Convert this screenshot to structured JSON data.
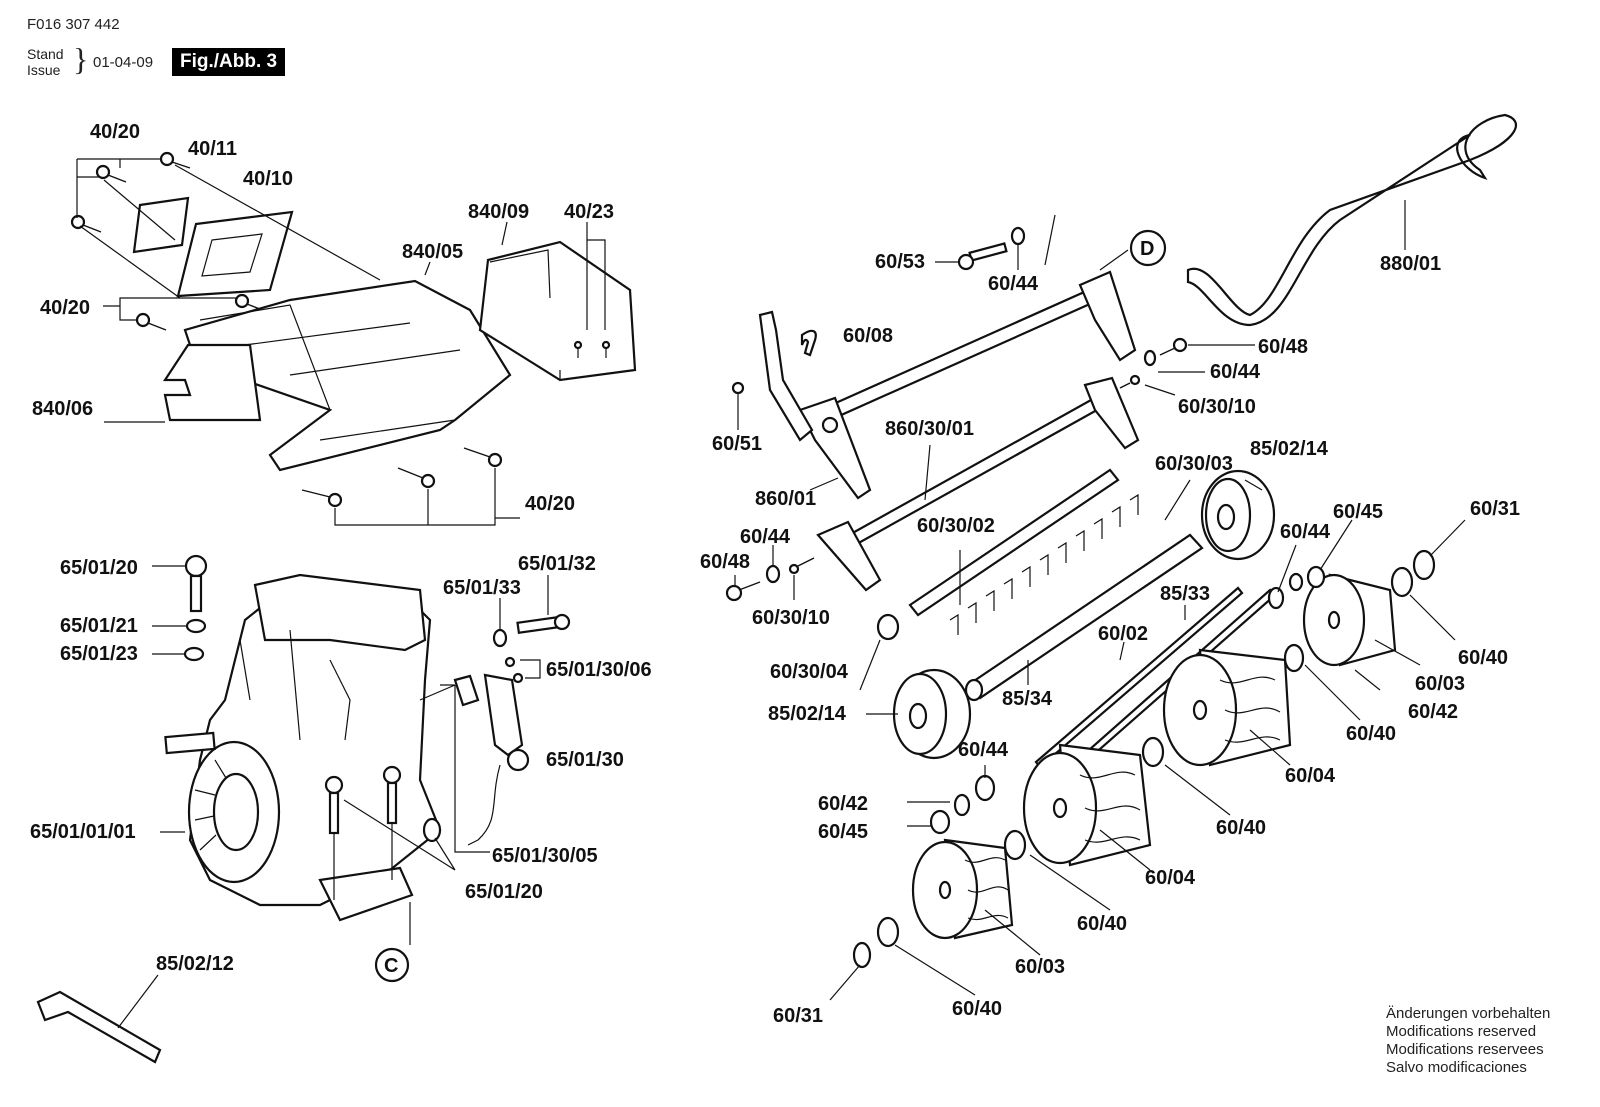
{
  "header": {
    "document_number": "F016 307 442",
    "stand_label": "Stand",
    "issue_label": "Issue",
    "brace": "}",
    "date": "01-04-09",
    "figure_label": "Fig./Abb. 3"
  },
  "reference_circles": [
    "C",
    "D"
  ],
  "labels": {
    "cover_group": [
      "40/20",
      "40/11",
      "40/10",
      "840/09",
      "40/23",
      "840/05",
      "40/20",
      "840/06",
      "40/20"
    ],
    "engine_group": [
      "65/01/20",
      "65/01/21",
      "65/01/23",
      "65/01/32",
      "65/01/33",
      "65/01/30/06",
      "65/01/30",
      "65/01/01/01",
      "65/01/30/05",
      "65/01/20",
      "85/02/12"
    ],
    "frame_group": [
      "60/53",
      "60/44",
      "880/01",
      "60/08",
      "60/48",
      "60/44",
      "60/30/10",
      "60/51",
      "860/30/01",
      "860/01"
    ],
    "roller_group": [
      "60/30/03",
      "85/02/14",
      "60/44",
      "60/45",
      "60/31",
      "60/30/02",
      "60/44",
      "60/48",
      "60/30/10",
      "85/33",
      "60/02",
      "60/30/04",
      "85/34",
      "85/02/14",
      "60/40",
      "60/03",
      "60/42",
      "60/40",
      "60/44",
      "60/04",
      "60/42",
      "60/45",
      "60/40",
      "60/04",
      "60/40",
      "60/03",
      "60/40",
      "60/31"
    ]
  },
  "footer_note": [
    "Änderungen vorbehalten",
    "Modifications reserved",
    "Modifications reservees",
    "Salvo modificaciones"
  ]
}
